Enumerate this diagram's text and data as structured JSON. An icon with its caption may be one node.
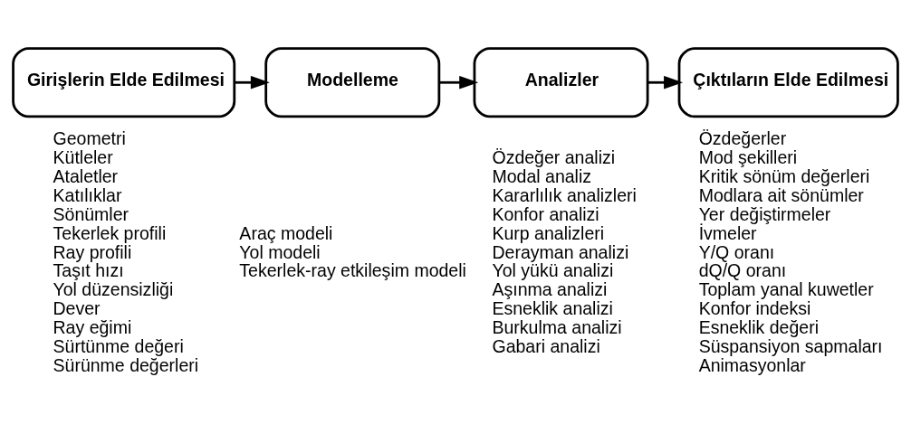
{
  "diagram": {
    "nodes": [
      {
        "text": [
          "Girişlerin Elde Edilmesi"
        ],
        "beside": [
          "Geometri",
          "Kütleler",
          "Ataletler",
          "Katılıklar",
          "Sönümler",
          "Tekerlek profili",
          "Ray profili",
          "Taşıt hızı",
          "Yol düzensizliği",
          "Dever",
          "Ray eğimi",
          "Sürtünme değeri",
          "Sürünme değerleri"
        ]
      },
      {
        "text": [
          "Modelleme"
        ],
        "beside": [
          "Araç modeli",
          "Yol modeli",
          "Tekerlek-ray etkileşim modeli"
        ]
      },
      {
        "text": [
          "Analizler"
        ],
        "beside": [
          "Özdeğer analizi",
          "Modal analiz",
          "Kararlılık analizleri",
          "Konfor analizi",
          "Kurp analizleri",
          "Derayman analizi",
          "Yol yükü analizi",
          "Aşınma analizi",
          "Esneklik analizi",
          "Burkulma analizi",
          "Gabari analizi"
        ]
      },
      {
        "text": [
          "Çıktıların Elde Edilmesi"
        ],
        "beside": [
          "Özdeğerler",
          "Mod şekilleri",
          "Kritik sönüm değerleri",
          "Modlara ait sönümler",
          "Yer değiştirmeler",
          "İvmeler",
          "Y/Q oranı",
          "dQ/Q oranı",
          "Toplam yanal kuwetler",
          "Konfor indeksi",
          "Esneklik değeri",
          "Süspansiyon sapmaları",
          "Animasyonlar"
        ]
      }
    ],
    "edges": [
      {
        "from": 0,
        "to": 1,
        "arrow": "to"
      },
      {
        "from": 1,
        "to": 2,
        "arrow": "to"
      },
      {
        "from": 2,
        "to": 3,
        "arrow": "to"
      }
    ]
  }
}
